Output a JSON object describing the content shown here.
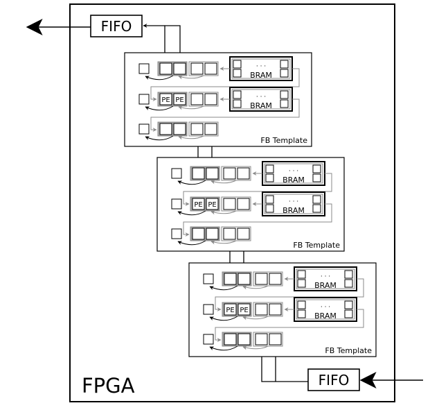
{
  "fpga": {
    "label": "FPGA"
  },
  "fifo_out": {
    "label": "FIFO"
  },
  "fifo_in": {
    "label": "FIFO"
  },
  "fb_templates": [
    {
      "label": "FB Template",
      "rows": [
        {
          "pe_labels": [
            "",
            ""
          ],
          "bram_label": "BRAM",
          "dots": "· · ·"
        },
        {
          "pe_labels": [
            "PE",
            "PE"
          ],
          "bram_label": "BRAM",
          "dots": "· · ·"
        },
        {
          "pe_labels": [
            "",
            ""
          ]
        }
      ]
    },
    {
      "label": "FB Template",
      "rows": [
        {
          "pe_labels": [
            "",
            ""
          ],
          "bram_label": "BRAM",
          "dots": "· · ·"
        },
        {
          "pe_labels": [
            "PE",
            "PE"
          ],
          "bram_label": "BRAM",
          "dots": "· · ·"
        },
        {
          "pe_labels": [
            "",
            ""
          ]
        }
      ]
    },
    {
      "label": "FB Template",
      "rows": [
        {
          "pe_labels": [
            "",
            ""
          ],
          "bram_label": "BRAM",
          "dots": "· · ·"
        },
        {
          "pe_labels": [
            "PE",
            "PE"
          ],
          "bram_label": "BRAM",
          "dots": "· · ·"
        },
        {
          "pe_labels": [
            "",
            ""
          ]
        }
      ]
    }
  ],
  "colors": {
    "line": "#000000",
    "gray": "#8a8a8a",
    "gray_fill": "#a8a8a8"
  }
}
